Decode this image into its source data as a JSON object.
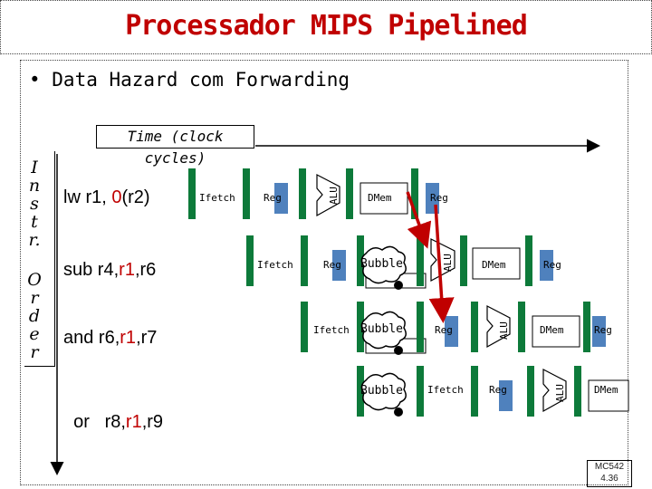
{
  "title": "Processador MIPS Pipelined",
  "bullet": "• Data Hazard com Forwarding",
  "time_label": "Time (clock cycles)",
  "order_label": {
    "line1": [
      "I",
      "n",
      "s",
      "t",
      "r."
    ],
    "line2": [
      "O",
      "r",
      "d",
      "e",
      "r"
    ]
  },
  "instructions": [
    {
      "pre": "lw r1, ",
      "hl": "0",
      "post": "(r2)"
    },
    {
      "pre": "sub r4,",
      "hl": "r1",
      "post": ",r6"
    },
    {
      "pre": "and r6,",
      "hl": "r1",
      "post": ",r7"
    },
    {
      "pre": "or   r8,",
      "hl": "r1",
      "post": ",r9"
    }
  ],
  "stages": {
    "ifetch": "Ifetch",
    "reg": "Reg",
    "alu": "ALU",
    "dmem": "DMem",
    "bubble": "Bubble"
  },
  "footer": {
    "line1": "MC542",
    "line2": "4.36"
  },
  "colors": {
    "title": "#c00000",
    "highlight": "#c00000",
    "register": "#4f81bd",
    "latch": "#0d7a3a",
    "forward": "#c00000"
  }
}
